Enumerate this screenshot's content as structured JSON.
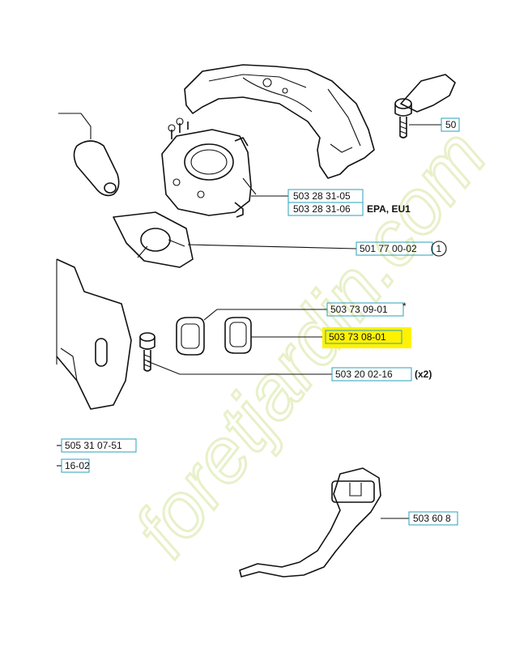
{
  "watermark": {
    "text": "foretjardin.com",
    "color_light": "#e8f0c8",
    "color_orange": "#f3c98b"
  },
  "highlight_color": "#fff200",
  "callouts": [
    {
      "id": "c1",
      "number": "50",
      "note": ""
    },
    {
      "id": "c2",
      "number": "503 28 31-05",
      "note": ""
    },
    {
      "id": "c3",
      "number": "503 28 31-06",
      "note": "EPA, EU1"
    },
    {
      "id": "c4",
      "number": "501 77 00-02",
      "note": "",
      "circle": "1"
    },
    {
      "id": "c5",
      "number": "503 73 09-01",
      "note": "*"
    },
    {
      "id": "c6",
      "number": "503 73 08-01",
      "note": "",
      "highlighted": true
    },
    {
      "id": "c7",
      "number": "503 20 02-16",
      "note": "(x2)"
    },
    {
      "id": "c8",
      "number": "505 31 07-51",
      "note": ""
    },
    {
      "id": "c9",
      "number": "16-02",
      "note": ""
    },
    {
      "id": "c10",
      "number": "503 60 8",
      "note": ""
    }
  ]
}
